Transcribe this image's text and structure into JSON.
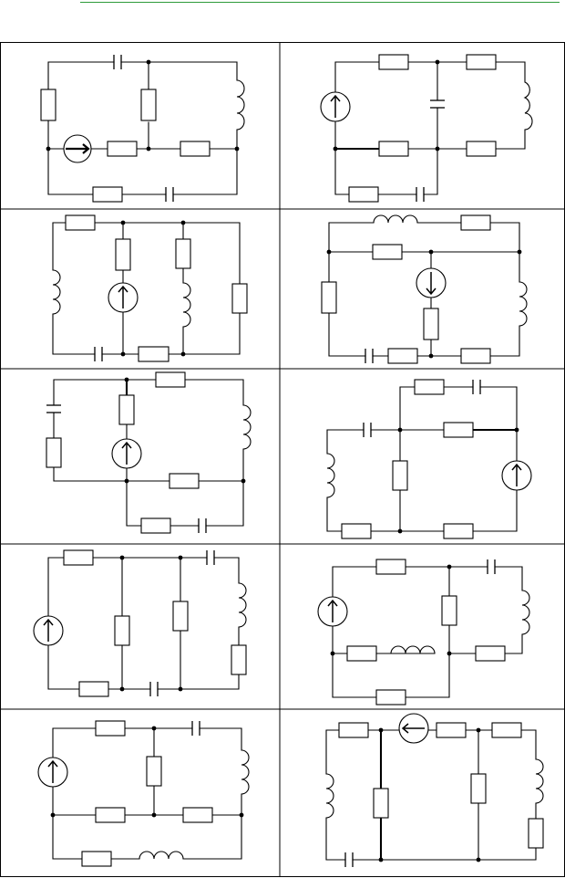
{
  "header": {
    "rule_color": "#2e9b3a"
  },
  "grid": {
    "rows": 5,
    "cols": 2
  },
  "colors": {
    "ink": "#000000",
    "background": "#ffffff"
  },
  "circuits": [
    {
      "id": "1a",
      "elements": [
        "capacitor",
        "resistor",
        "resistor",
        "inductor",
        "current-source",
        "resistor",
        "resistor",
        "resistor",
        "capacitor"
      ]
    },
    {
      "id": "1b",
      "elements": [
        "resistor",
        "resistor",
        "current-source",
        "capacitor",
        "inductor",
        "resistor",
        "resistor",
        "resistor",
        "capacitor"
      ]
    },
    {
      "id": "2a",
      "elements": [
        "resistor",
        "inductor",
        "resistor",
        "current-source",
        "resistor",
        "inductor",
        "resistor",
        "capacitor",
        "resistor"
      ]
    },
    {
      "id": "2b",
      "elements": [
        "inductor",
        "resistor",
        "resistor",
        "resistor",
        "current-source",
        "resistor",
        "inductor",
        "capacitor",
        "resistor",
        "resistor"
      ]
    },
    {
      "id": "3a",
      "elements": [
        "capacitor",
        "resistor",
        "resistor",
        "current-source",
        "resistor",
        "inductor",
        "resistor",
        "resistor",
        "capacitor"
      ]
    },
    {
      "id": "3b",
      "elements": [
        "resistor",
        "capacitor",
        "capacitor",
        "resistor",
        "inductor",
        "resistor",
        "current-source",
        "resistor",
        "resistor"
      ]
    },
    {
      "id": "4a",
      "elements": [
        "resistor",
        "capacitor",
        "current-source",
        "resistor",
        "resistor",
        "inductor",
        "resistor",
        "resistor",
        "capacitor"
      ]
    },
    {
      "id": "4b",
      "elements": [
        "resistor",
        "capacitor",
        "current-source",
        "resistor",
        "inductor",
        "resistor",
        "inductor",
        "resistor",
        "resistor"
      ]
    },
    {
      "id": "5a",
      "elements": [
        "resistor",
        "capacitor",
        "current-source",
        "resistor",
        "inductor",
        "resistor",
        "resistor",
        "resistor",
        "inductor"
      ]
    },
    {
      "id": "5b",
      "elements": [
        "resistor",
        "current-source",
        "resistor",
        "resistor",
        "inductor",
        "resistor",
        "resistor",
        "resistor",
        "capacitor"
      ]
    }
  ]
}
